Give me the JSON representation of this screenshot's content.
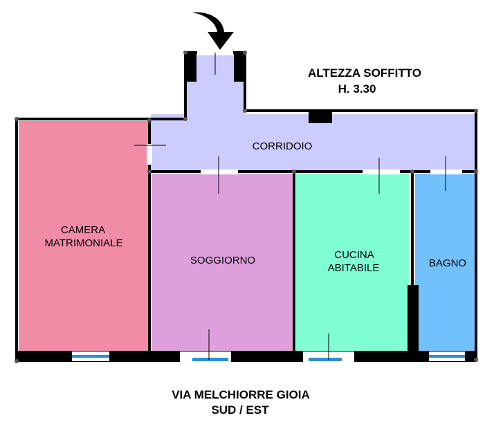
{
  "header": {
    "ceiling_title": "ALTEZZA SOFFITTO",
    "ceiling_value": "H. 3.30"
  },
  "rooms": {
    "corridor": {
      "label": "CORRIDOIO",
      "color": "#ccccff"
    },
    "master_bedroom": {
      "line1": "CAMERA",
      "line2": "MATRIMONIALE",
      "color": "#f08ca6"
    },
    "living_room": {
      "label": "SOGGIORNO",
      "color": "#dea0dc"
    },
    "kitchen": {
      "line1": "CUCINA",
      "line2": "ABITABILE",
      "color": "#80ffd4"
    },
    "bathroom": {
      "label": "BAGNO",
      "color": "#72c0fc"
    }
  },
  "footer": {
    "street": "VIA MELCHIORRE GIOIA",
    "orientation": "SUD / EST"
  },
  "colors": {
    "wall": "#000000",
    "window_glass": "#2a8fd6",
    "entrance_arrow": "#000000"
  }
}
